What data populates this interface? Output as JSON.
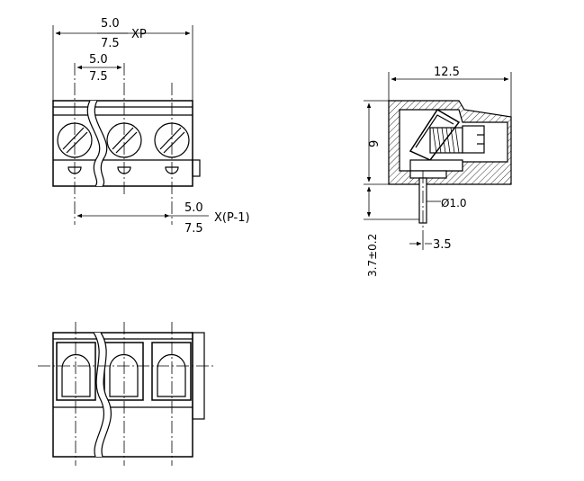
{
  "front_view": {
    "pitch_top": "5.0",
    "pitch_bottom": "7.5",
    "pitch_suffix": "XP",
    "single_top": "5.0",
    "single_bottom": "7.5",
    "span_top": "5.0",
    "span_bottom": "7.5",
    "span_suffix": "X(P-1)"
  },
  "side_view": {
    "depth": "12.5",
    "height": "9",
    "pin_diameter": "Ø1.0",
    "pin_offset": "3.5",
    "pin_length": "3.7±0.2"
  }
}
